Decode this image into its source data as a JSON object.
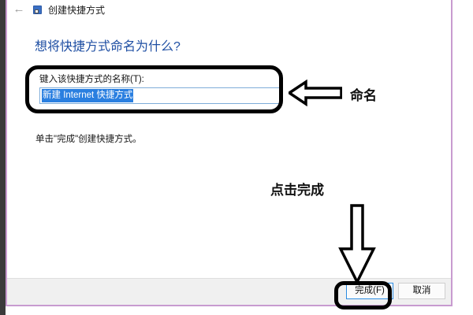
{
  "window": {
    "titlebar": {
      "back_label": "←",
      "icon_name": "internet-shortcut-icon",
      "title": "创建快捷方式"
    },
    "heading": "想将快捷方式命名为什么?",
    "field": {
      "label": "键入该快捷方式的名称(T):",
      "value": "新建 Internet 快捷方式",
      "placeholder": "新建 Internet 快捷方式",
      "selected": true,
      "selection_bg": "#2a7fe0",
      "selection_fg": "#ffffff"
    },
    "hint": "单击\"完成\"创建快捷方式。",
    "buttons": {
      "finish": "完成(F)",
      "cancel": "取消"
    },
    "colors": {
      "heading": "#1f4fa3",
      "window_border": "#c89bd0",
      "footer_bg": "#f0f0f0",
      "focus_border": "#2a8ae0",
      "desktop_strip": "#3b3b3b"
    }
  },
  "annotations": {
    "naming_label": "命名",
    "click_finish_label": "点击完成",
    "arrow_left_name": "left-pointing-block-arrow",
    "arrow_down_name": "down-pointing-block-arrow",
    "highlight_color": "#000000"
  }
}
